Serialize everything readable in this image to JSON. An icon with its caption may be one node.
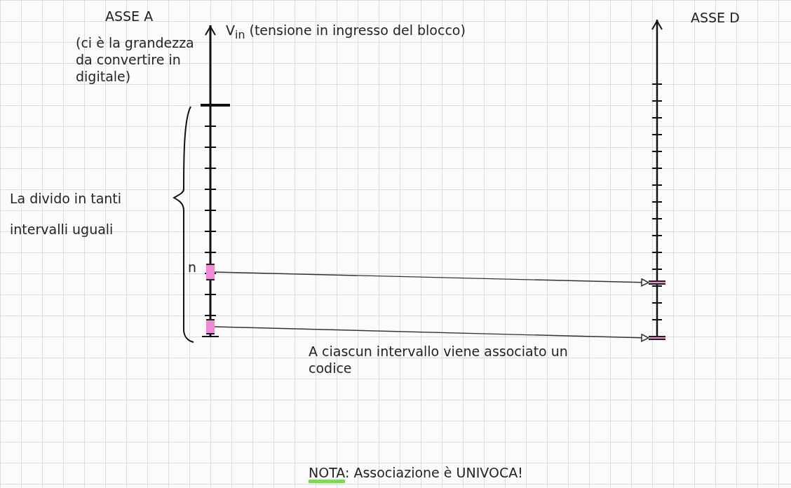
{
  "diagram": {
    "nodes": [
      {
        "text": [],
        "shape": "bar",
        "beside": [
          "n"
        ]
      },
      {
        "text": [],
        "shape": "bar"
      },
      {
        "text": [],
        "shape": "bar"
      },
      {
        "text": [],
        "shape": "bar"
      }
    ],
    "edges": [
      {
        "from": 0,
        "to": 1,
        "arrow": "to"
      },
      {
        "from": 2,
        "to": 3,
        "arrow": "to"
      }
    ],
    "labels": [
      "ASSE A",
      "V$_{in}$ (tensione in ingresso del blocco)",
      "ASSE D",
      "(ci è la grandezza da convertire in digitale)",
      "La divido in tanti intervalli uguali",
      "A ciascun intervallo viene associato un codice",
      "**NOTA**: Associazione è UNIVOCA!"
    ]
  }
}
